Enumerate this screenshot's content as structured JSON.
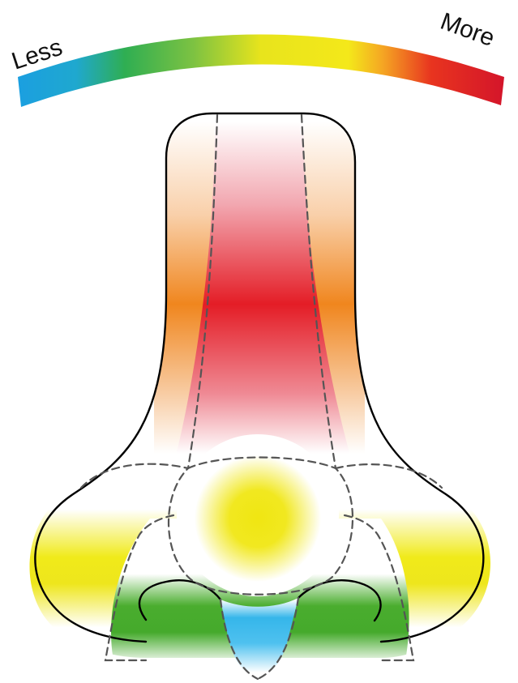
{
  "scale": {
    "low_label": "Less",
    "high_label": "More",
    "colors": [
      "#1a9fe0",
      "#2fb04a",
      "#f5e600",
      "#f08a1c",
      "#d9141e"
    ]
  },
  "regions": [
    {
      "name": "nasal-dorsum-upper",
      "level": "low-to-moderate"
    },
    {
      "name": "nasal-dorsum-central",
      "level": "high",
      "color": "#e8202a"
    },
    {
      "name": "nasal-sidewall",
      "level": "moderate-high",
      "color": "#f08a1c"
    },
    {
      "name": "nasal-tip",
      "level": "moderate",
      "color": "#f0e81a"
    },
    {
      "name": "alar-lobule",
      "level": "moderate",
      "color": "#eeea1c"
    },
    {
      "name": "soft-triangle-alar-rim",
      "level": "low-moderate",
      "color": "#49ad2e"
    },
    {
      "name": "columella",
      "level": "low",
      "color": "#2ab2e8"
    }
  ]
}
